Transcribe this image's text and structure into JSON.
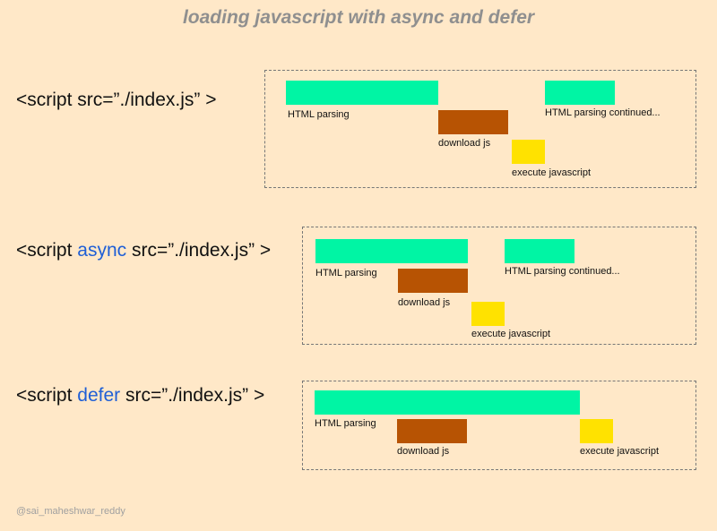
{
  "title": "loading javascript with async and defer",
  "colors": {
    "parsing": "#00f5a4",
    "download": "#b75303",
    "execute": "#ffe200",
    "keyword": "#1f5fd6",
    "background": "#ffe8c8"
  },
  "rows": [
    {
      "code_pre": "<script src=”./index.js” >",
      "keyword": "",
      "code_post": "",
      "labels": {
        "parsing": "HTML parsing",
        "download": "download js",
        "execute": "execute javascript",
        "continued": "HTML parsing continued..."
      }
    },
    {
      "code_pre": "<script ",
      "keyword": "async",
      "code_post": " src=”./index.js” >",
      "labels": {
        "parsing": "HTML parsing",
        "download": "download js",
        "execute": "execute javascript",
        "continued": "HTML parsing continued..."
      }
    },
    {
      "code_pre": "<script ",
      "keyword": "defer",
      "code_post": " src=”./index.js” >",
      "labels": {
        "parsing": "HTML parsing",
        "download": "download js",
        "execute": "execute javascript"
      }
    }
  ],
  "credit": "@sai_maheshwar_reddy"
}
